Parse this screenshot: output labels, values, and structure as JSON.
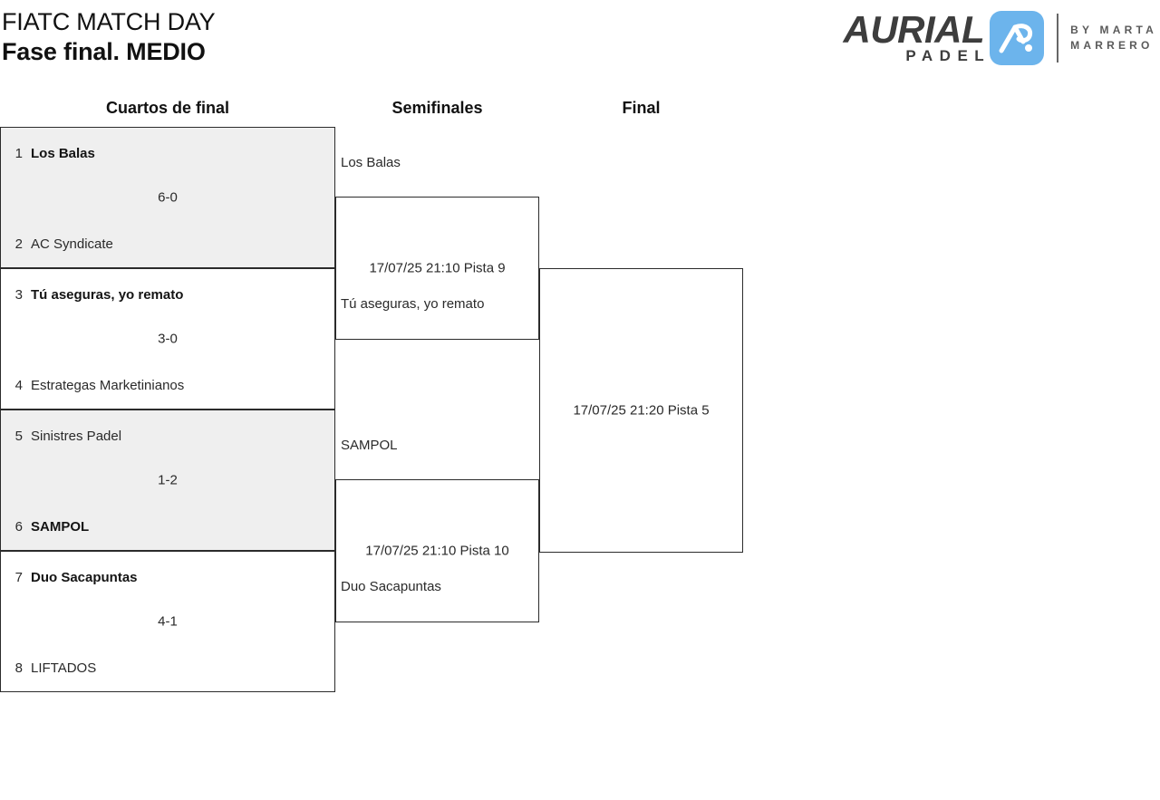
{
  "header": {
    "title_line1": "FIATC MATCH DAY",
    "title_line2": "Fase final. MEDIO"
  },
  "logo": {
    "wordmark": "AURIAL",
    "sub": "PADEL",
    "byline_line1": "BY MARTA",
    "byline_line2": "MARRERO",
    "badge_color": "#6cb4ec"
  },
  "rounds": {
    "quarterfinals_label": "Cuartos de final",
    "semifinals_label": "Semifinales",
    "final_label": "Final"
  },
  "quarterfinals": [
    {
      "top_seed": "1",
      "top_team": "Los Balas",
      "bottom_seed": "2",
      "bottom_team": "AC Syndicate",
      "score": "6-0",
      "winner": "top"
    },
    {
      "top_seed": "3",
      "top_team": "Tú aseguras, yo remato",
      "bottom_seed": "4",
      "bottom_team": "Estrategas Marketinianos",
      "score": "3-0",
      "winner": "top"
    },
    {
      "top_seed": "5",
      "top_team": "Sinistres Padel",
      "bottom_seed": "6",
      "bottom_team": "SAMPOL",
      "score": "1-2",
      "winner": "bottom"
    },
    {
      "top_seed": "7",
      "top_team": "Duo Sacapuntas",
      "bottom_seed": "8",
      "bottom_team": "LIFTADOS",
      "score": "4-1",
      "winner": "top"
    }
  ],
  "semifinals": [
    {
      "top_team": "Los Balas",
      "bottom_team": "Tú aseguras, yo remato",
      "meta": "17/07/25 21:10 Pista 9"
    },
    {
      "top_team": "SAMPOL",
      "bottom_team": "Duo Sacapuntas",
      "meta": "17/07/25 21:10 Pista 10"
    }
  ],
  "final": {
    "meta": "17/07/25 21:20 Pista 5"
  }
}
